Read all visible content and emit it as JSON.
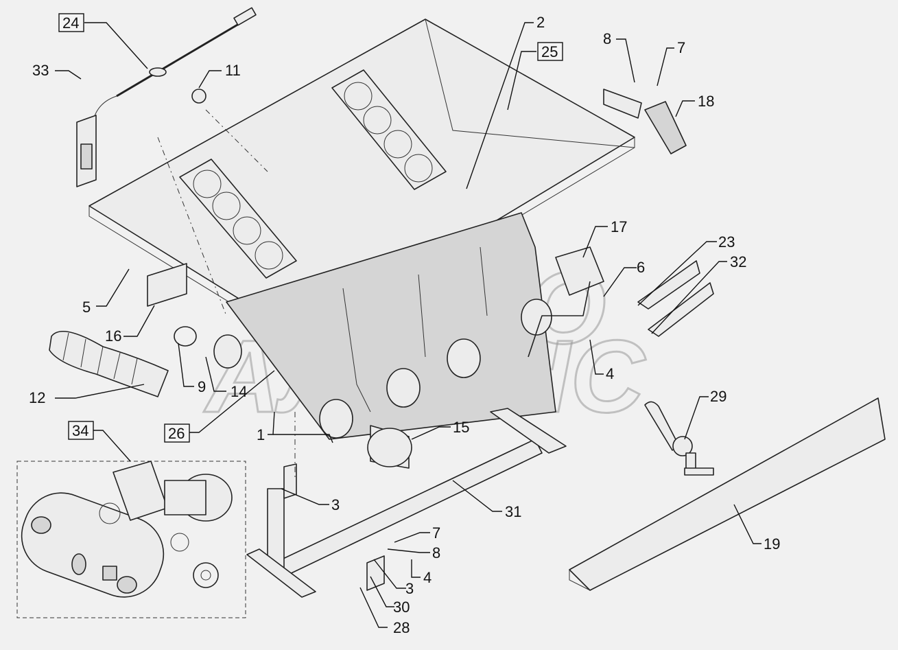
{
  "watermark": {
    "line1": "АВТО",
    "line2": "АЛЬЯНС"
  },
  "callouts": {
    "c1": "1",
    "c2": "2",
    "c3a": "3",
    "c3b": "3",
    "c4a": "4",
    "c4b": "4",
    "c5": "5",
    "c6": "6",
    "c7a": "7",
    "c7b": "7",
    "c8a": "8",
    "c8b": "8",
    "c9": "9",
    "c11": "11",
    "c12": "12",
    "c14": "14",
    "c15": "15",
    "c16": "16",
    "c17": "17",
    "c18": "18",
    "c19": "19",
    "c23": "23",
    "c24": "24",
    "c25": "25",
    "c26": "26",
    "c28": "28",
    "c29": "29",
    "c30": "30",
    "c31": "31",
    "c32": "32",
    "c33": "33",
    "c34": "34"
  }
}
